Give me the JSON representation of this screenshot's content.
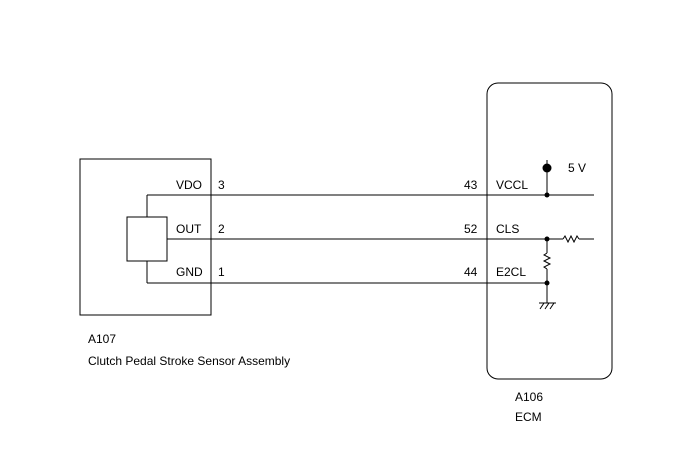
{
  "sensor": {
    "code": "A107",
    "name": "Clutch Pedal Stroke Sensor Assembly",
    "pins": [
      {
        "name": "VDO",
        "number": "3"
      },
      {
        "name": "OUT",
        "number": "2"
      },
      {
        "name": "GND",
        "number": "1"
      }
    ]
  },
  "ecm": {
    "code": "A106",
    "name": "ECM",
    "pins": [
      {
        "name": "VCCL",
        "number": "43"
      },
      {
        "name": "CLS",
        "number": "52"
      },
      {
        "name": "E2CL",
        "number": "44"
      }
    ],
    "supply_label": "5 V"
  }
}
